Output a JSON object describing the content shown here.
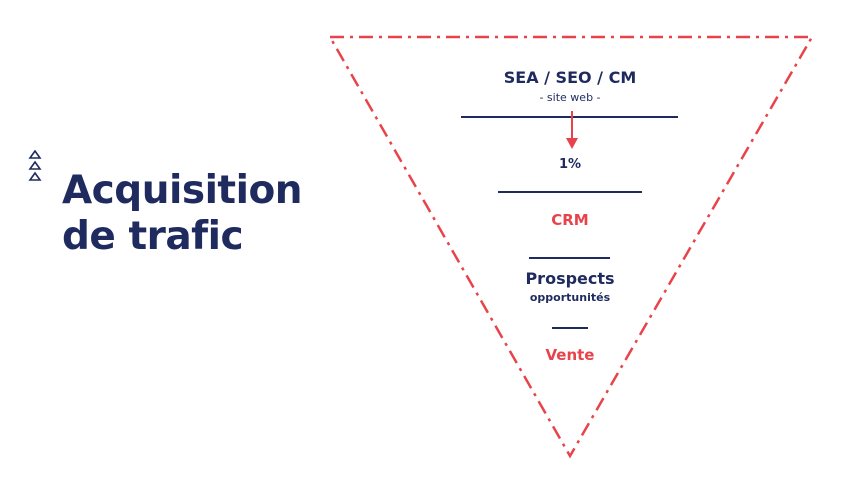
{
  "title": {
    "line1": "Acquisition",
    "line2": "de trafic"
  },
  "funnel": {
    "level1": {
      "label": "SEA / SEO / CM",
      "sublabel": "- site web -"
    },
    "level2": {
      "label": "1%"
    },
    "level3": {
      "label": "CRM"
    },
    "level4": {
      "label": "Prospects",
      "sublabel": "opportunités"
    },
    "level5": {
      "label": "Vente"
    }
  },
  "colors": {
    "navy": "#1f2a5e",
    "accent_red": "#e8434a"
  },
  "icons": {
    "title_icon": "stacked-triangles-icon",
    "arrow": "arrow-down-icon"
  }
}
